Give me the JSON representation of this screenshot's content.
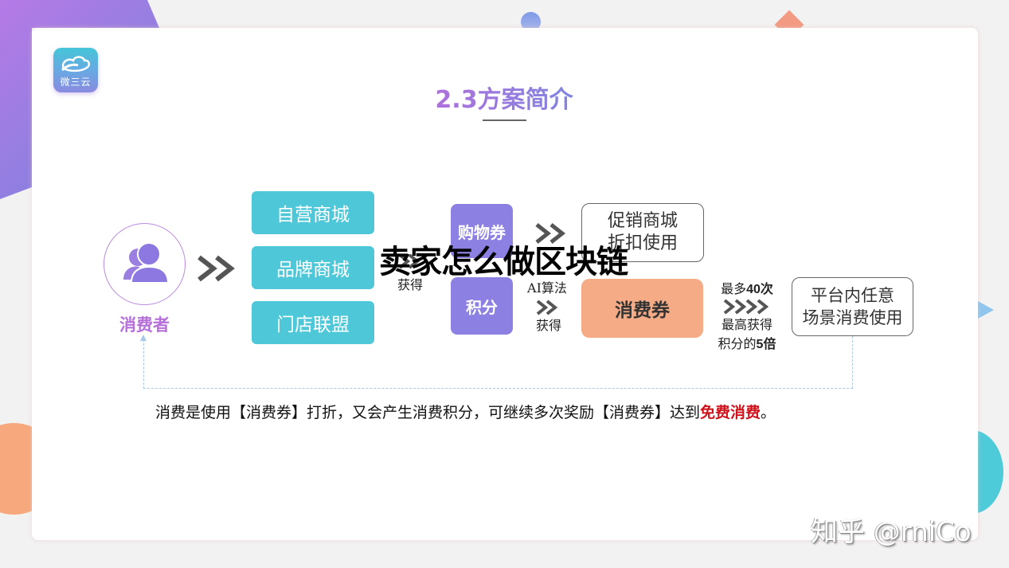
{
  "colors": {
    "teal": "#4ec8d9",
    "purple": "#8c80e3",
    "peach": "#f5ab86",
    "title_gradient_start": "#b06fdc",
    "title_gradient_end": "#7f86e0",
    "highlight_red": "#d0121b",
    "consumer_label": "#b66fd9"
  },
  "logo": {
    "text": "微三云",
    "icon": "cloud-icon"
  },
  "slide": {
    "title": "2.3方案简介"
  },
  "consumer": {
    "icon": "users-icon",
    "label": "消费者"
  },
  "malls": [
    {
      "label": "自营商城"
    },
    {
      "label": "品牌商城"
    },
    {
      "label": "门店联盟"
    }
  ],
  "rewards": {
    "obtain_label": "获得",
    "shopping_voucher": "购物券",
    "points": "积分"
  },
  "promo_box": {
    "line1": "促销商城",
    "line2": "折扣使用"
  },
  "ai_step": {
    "top": "AI算法",
    "bottom": "获得"
  },
  "consumption_voucher": "消费券",
  "multiplier": {
    "top_prefix": "最多",
    "top_bold": "40次",
    "line2": "最高获得",
    "line3_prefix": "积分的",
    "line3_bold": "5倍"
  },
  "platform_box": {
    "line1": "平台内任意",
    "line2": "场景消费使用"
  },
  "bottom_note": {
    "main": "消费是使用【消费券】打折，又会产生消费积分，可继续多次奖励【消费券】达到",
    "highlight": "免费消费",
    "end": "。"
  },
  "overlay_text": "卖家怎么做区块链",
  "watermark": "知乎 @rniCo"
}
